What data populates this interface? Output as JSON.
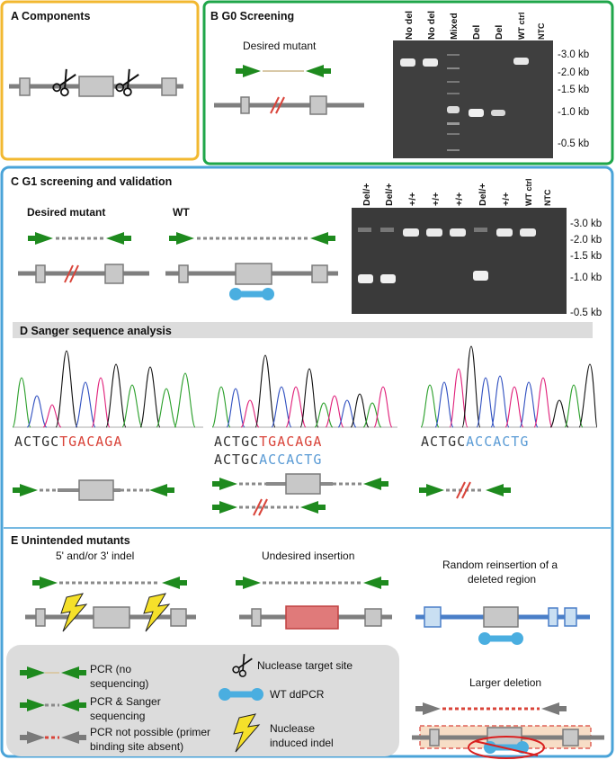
{
  "panelA": {
    "title": "A Components"
  },
  "panelB": {
    "title": "B  G0 Screening",
    "desired": "Desired mutant",
    "lanes": [
      "No del",
      "No del",
      "Mixed",
      "Del",
      "Del",
      "WT ctrl",
      "NTC"
    ],
    "sizes": [
      "-3.0 kb",
      "-2.0 kb",
      "-1.5 kb",
      "-1.0 kb",
      "-0.5 kb"
    ]
  },
  "panelC": {
    "title": "C G1 screening and validation",
    "desired": "Desired mutant",
    "wt": "WT",
    "lanes": [
      "Del/+",
      "Del/+",
      "+/+",
      "+/+",
      "+/+",
      "Del/+",
      "+/+",
      "WT ctrl",
      "NTC"
    ],
    "sizes": [
      "-3.0 kb",
      "-2.0 kb",
      "-1.5 kb",
      "-1.0 kb",
      "-0.5 kb"
    ]
  },
  "panelD": {
    "title": "D Sanger sequence analysis",
    "seq1a": "ACTGC",
    "seq1b": "TGACAGA",
    "seq2a": "ACTGC",
    "seq2b": "TGACAGA",
    "seq3a": "ACTGC",
    "seq3b": "ACCACTG",
    "seq4a": "ACTGC",
    "seq4b": "ACCACTG"
  },
  "panelE": {
    "title": "E Unintended mutants",
    "indel": "5' and/or 3' indel",
    "insertion": "Undesired insertion",
    "reins1": "Random reinsertion of a",
    "reins2": "deleted region",
    "larger": "Larger deletion"
  },
  "legend": {
    "pcr1": "PCR (no",
    "pcr2": "sequencing)",
    "sanger1": "PCR & Sanger",
    "sanger2": "sequencing",
    "np1": "PCR not possible (primer",
    "np2": "binding site absent)",
    "nuc": "Nuclease target site",
    "ddpcr": "WT ddPCR",
    "indel1": "Nuclease",
    "indel2": "induced indel"
  },
  "colors": {
    "orange": "#f2b830",
    "green": "#1fa64a",
    "blue": "#4aa3d8",
    "arrow": "#1e8a1e",
    "seqRed": "#d9443a",
    "seqBlue": "#5a9bd5",
    "ddpcr": "#4aaee0",
    "insert": "#e07a7a"
  }
}
